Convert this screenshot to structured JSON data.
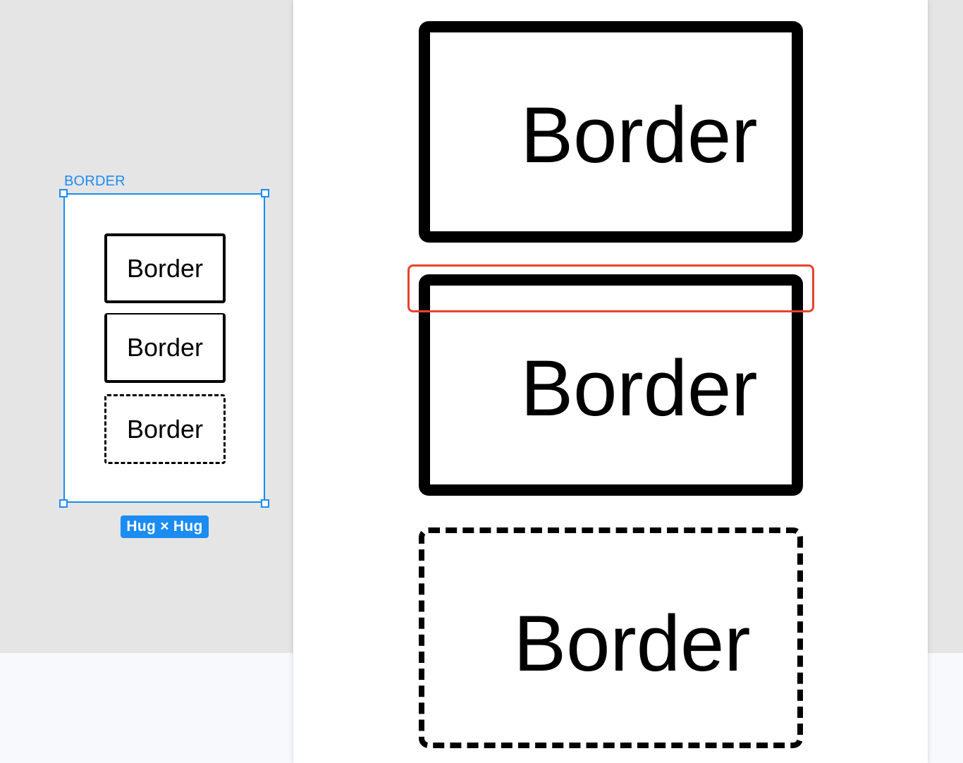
{
  "canvas": {
    "frame_label": "BORDER",
    "size_badge": "Hug × Hug",
    "colors": {
      "selection": "#1b8cf2",
      "canvas_bg": "#e5e5e5",
      "highlight": "#e8432d"
    }
  },
  "mini_boxes": [
    {
      "label": "Border",
      "style": "solid"
    },
    {
      "label": "Border",
      "style": "top-thin"
    },
    {
      "label": "Border",
      "style": "dashed"
    }
  ],
  "preview": {
    "boxes": [
      {
        "label": "Border",
        "style": "solid"
      },
      {
        "label": "Border",
        "style": "top-thin"
      },
      {
        "label": "Border",
        "style": "dashed"
      }
    ]
  }
}
